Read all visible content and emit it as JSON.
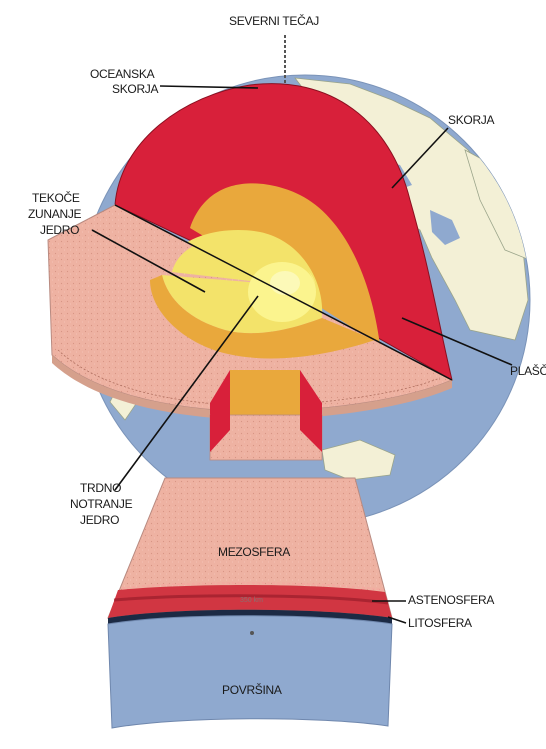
{
  "labels": {
    "north_pole": "SEVERNI TEČAJ",
    "oceanic_crust": [
      "OCEANSKA",
      "SKORJA"
    ],
    "crust": "SKORJA",
    "outer_core": [
      "TEKOČE",
      "ZUNANJE",
      "JEDRO"
    ],
    "mantle": "PLAŠČ",
    "inner_core": [
      "TRDNO",
      "NOTRANJE",
      "JEDRO"
    ],
    "mesosphere": "MEZOSFERA",
    "asthenosphere": "ASTENOSFERA",
    "lithosphere": "LITOSFERA",
    "surface": "POVRŠINA",
    "depth_mark": "350 km"
  },
  "colors": {
    "ocean": "#8fa9cf",
    "land": "#f3f0d6",
    "crust_red": "#d8203a",
    "mantle_orange": "#e9a83c",
    "outer_core_yellow": "#f3e36a",
    "inner_core": "#fbf48e",
    "mesosphere_pink": "#eeb2a2",
    "asthenosphere_red": "#c22c3c"
  }
}
